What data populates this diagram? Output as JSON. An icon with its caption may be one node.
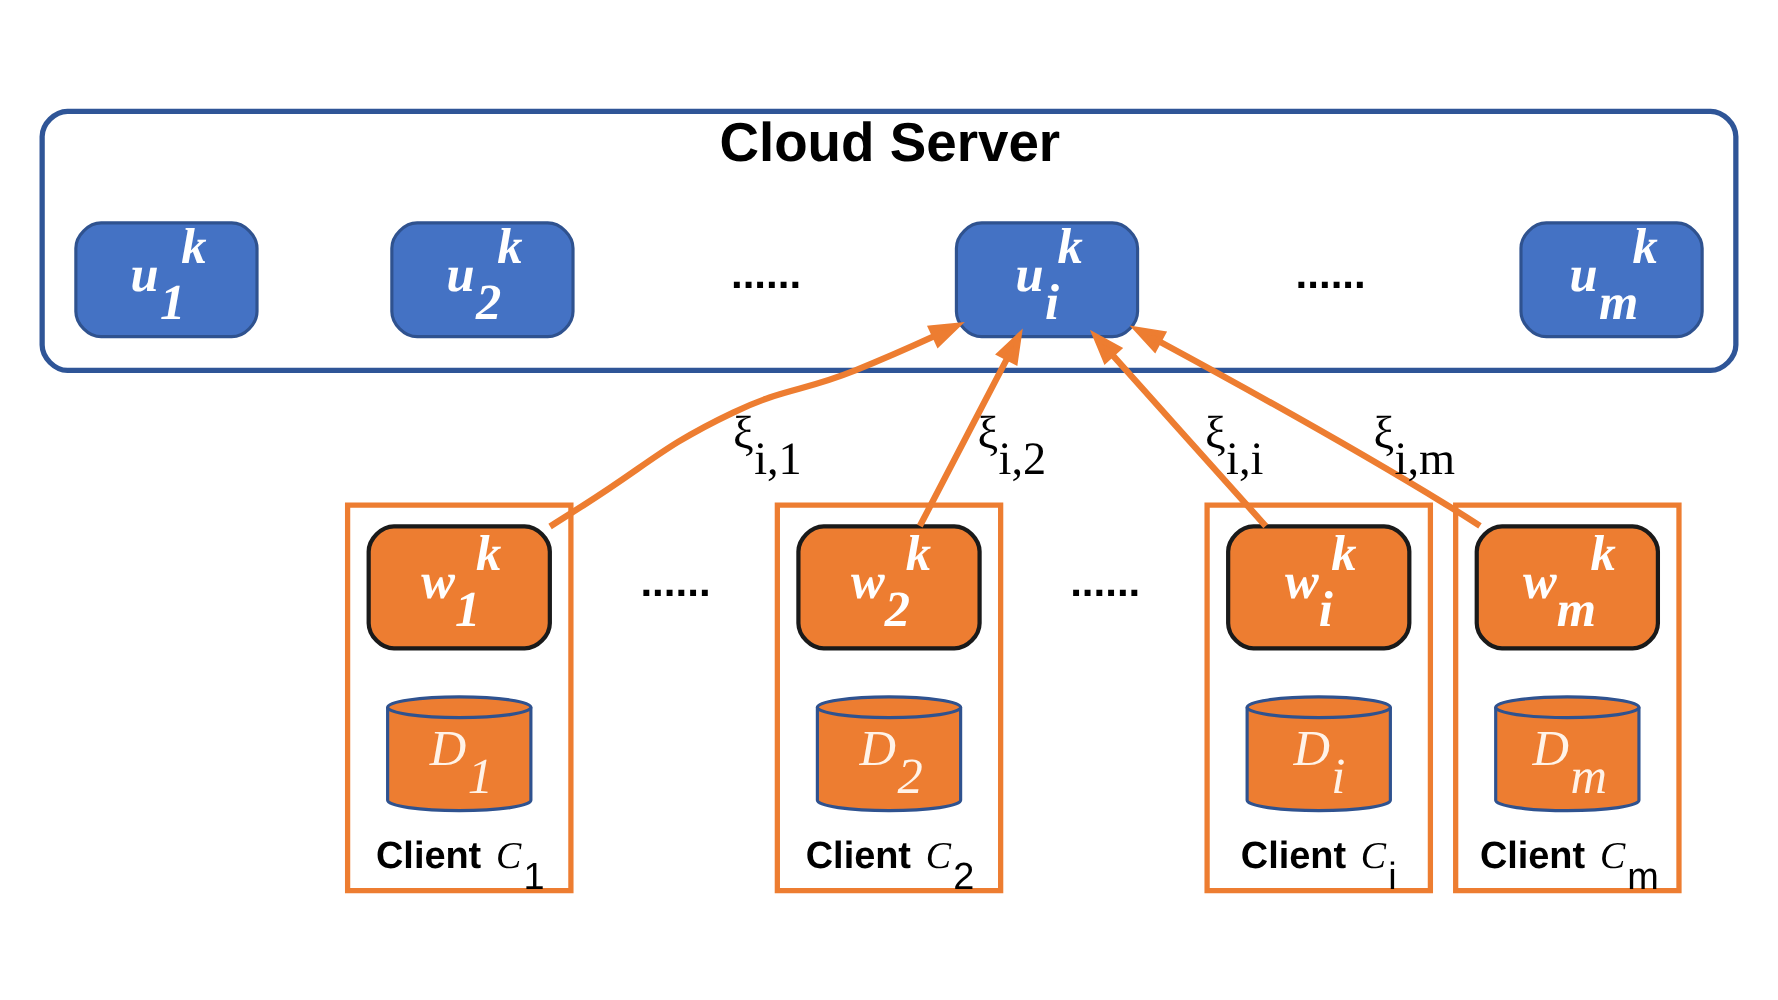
{
  "diagram": {
    "nodes": [
      {
        "text": [
          "Cloud Server"
        ]
      },
      {
        "text": [
          "u$_{1}$$^{k}$"
        ],
        "in": 0
      },
      {
        "text": [
          "u$_{2}$$^{k}$"
        ],
        "in": 0
      },
      {
        "text": [
          "u$_{i}$$^{k}$"
        ],
        "in": 0
      },
      {
        "text": [
          "u$_{m}$$^{k}$"
        ],
        "in": 0
      },
      {
        "text": [
          "**Client** *C*$_{1}$"
        ]
      },
      {
        "text": [
          "w$_{1}$$^{k}$"
        ],
        "in": 5
      },
      {
        "text": [
          "D$_{1}$"
        ],
        "in": 5
      },
      {
        "text": [
          "**Client** *C*$_{2}$"
        ]
      },
      {
        "text": [
          "w$_{2}$$^{k}$"
        ],
        "in": 8
      },
      {
        "text": [
          "D$_{2}$"
        ],
        "in": 8
      },
      {
        "text": [
          "**Client** *C*$_{i}$"
        ]
      },
      {
        "text": [
          "w$_{i}$$^{k}$"
        ],
        "in": 11
      },
      {
        "text": [
          "D$_{i}$"
        ],
        "in": 11
      },
      {
        "text": [
          "**Client** *C*$_{m}$"
        ]
      },
      {
        "text": [
          "w$_{m}$$^{k}$"
        ],
        "in": 14
      },
      {
        "text": [
          "D$_{m}$"
        ],
        "in": 14
      }
    ],
    "edges": [
      {
        "from": 6,
        "to": 3,
        "arrow": "to",
        "label": "ξ$_{i,1}$"
      },
      {
        "from": 9,
        "to": 3,
        "arrow": "to",
        "label": "ξ$_{i,2}$"
      },
      {
        "from": 12,
        "to": 3,
        "arrow": "to",
        "label": "ξ$_{i,i}$"
      },
      {
        "from": 15,
        "to": 3,
        "arrow": "to",
        "label": "ξ$_{i,m}$"
      }
    ],
    "labels": [
      "......",
      "......",
      "......",
      "......"
    ]
  }
}
